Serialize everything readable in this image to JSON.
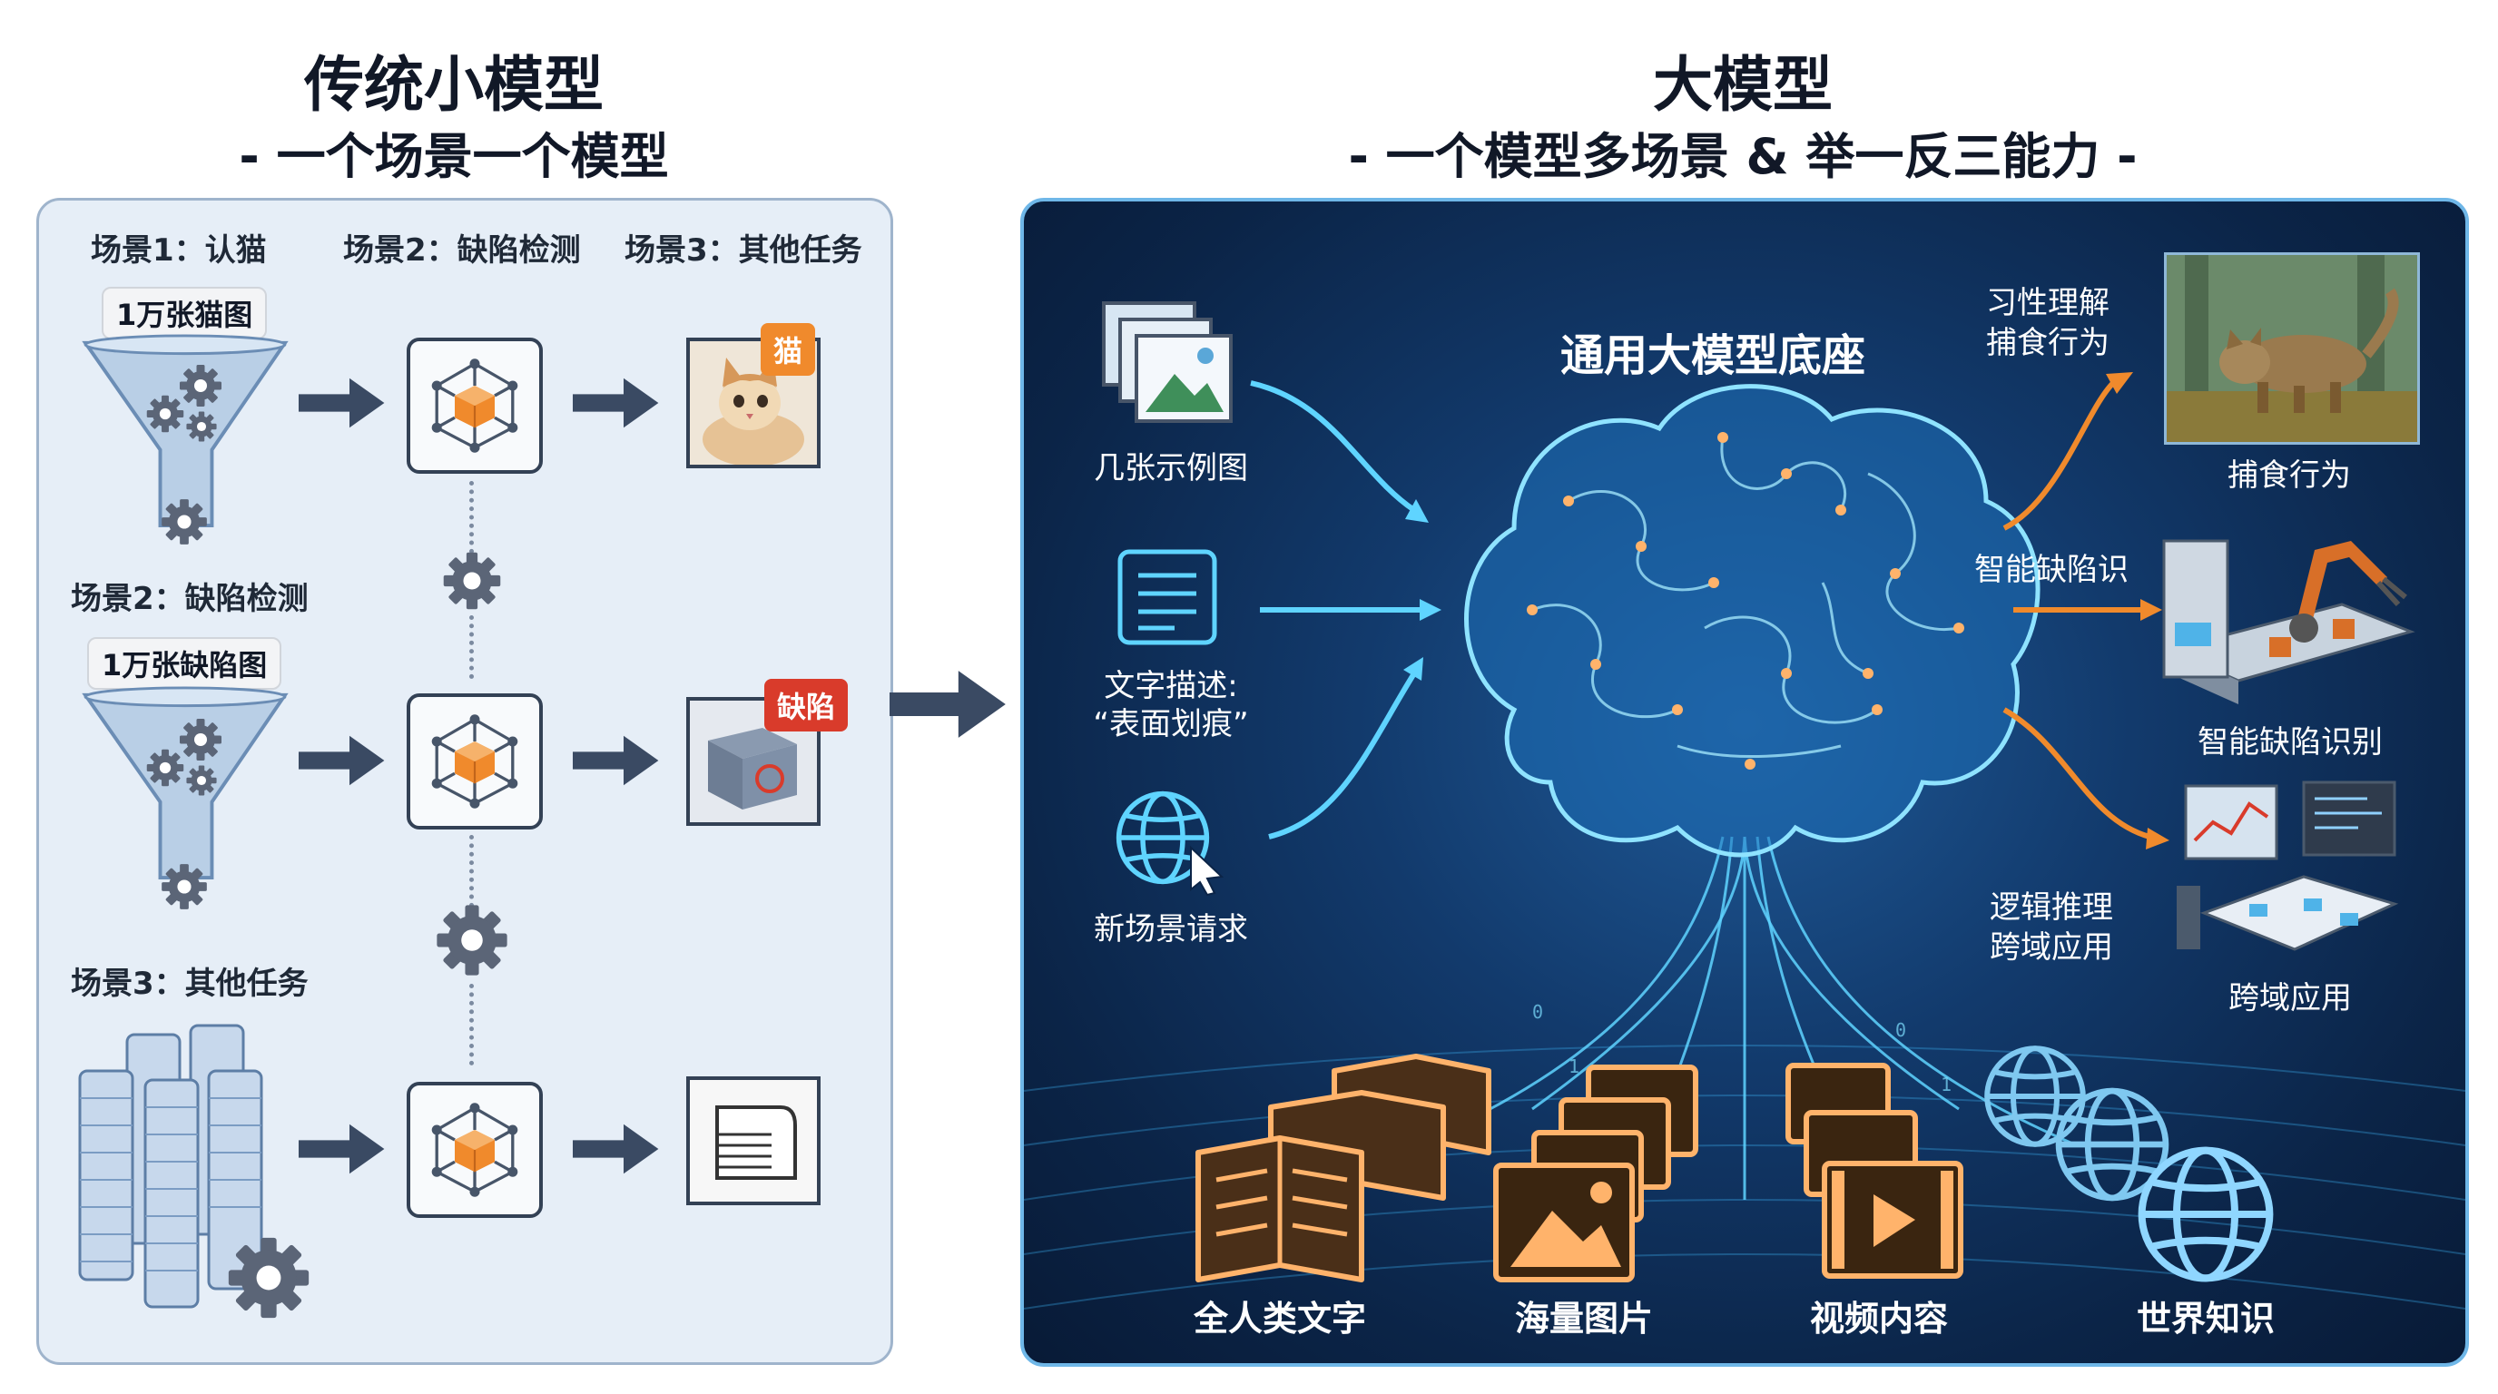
{
  "left": {
    "title": "传统小模型",
    "subtitle": "- 一个场景一个模型",
    "header_scene1": "场景1：认猫",
    "header_scene2": "场景2：缺陷检测",
    "header_scene3": "场景3：其他任务",
    "row2_label": "场景2：缺陷检测",
    "row3_label": "场景3：其他任务",
    "cat_data": "1万张猫图",
    "defect_data": "1万张缺陷图",
    "tag_cat": "猫",
    "tag_defect": "缺陷"
  },
  "right": {
    "title": "大模型",
    "subtitle": "- 一个模型多场景 & 举一反三能力 -",
    "foundation": "通用大模型底座",
    "input_examples": "几张示例图",
    "input_text_line1": "文字描述:",
    "input_text_line2": "“表面划痕”",
    "input_new_request": "新场景请求",
    "out1_side_line1": "习性理解",
    "out1_side_line2": "捕食行为",
    "out1_caption": "捕食行为",
    "out2_side": "智能缺陷识",
    "out2_caption": "智能缺陷识别",
    "out3_side_line1": "逻辑推理",
    "out3_side_line2": "跨域应用",
    "out3_caption": "跨域应用",
    "base_text": "全人类文字",
    "base_images": "海量图片",
    "base_video": "视频内容",
    "base_world": "世界知识"
  },
  "colors": {
    "left_panel_bg": "#e6eef7",
    "right_panel_bg": "#0c2447",
    "accent_orange": "#f08a2c",
    "accent_red": "#d93b2b",
    "glow_blue": "#5fd4ff"
  },
  "icons": [
    "funnel-icon",
    "gear-icon",
    "neural-network-icon",
    "cat-photo",
    "box-defect-photo",
    "database-stack-icon",
    "images-icon",
    "document-icon",
    "globe-cursor-icon",
    "brain-illustration",
    "book-icon",
    "picture-icon",
    "film-icon",
    "globe-icon",
    "robot-arm-icon"
  ]
}
